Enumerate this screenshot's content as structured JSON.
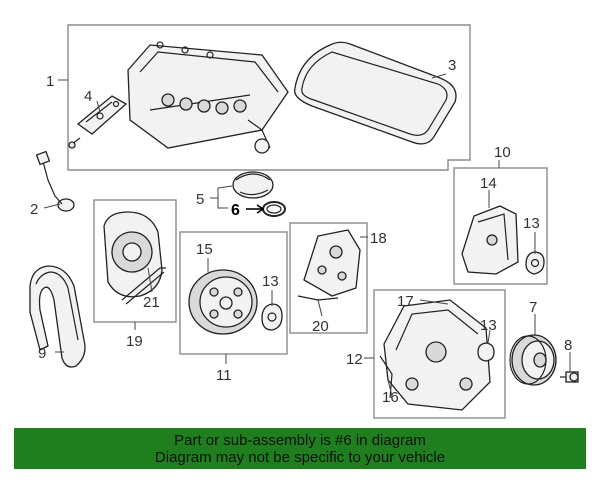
{
  "colors": {
    "banner_background": "#1f7f1f",
    "highlight": "#000000",
    "line": "#222222",
    "box_border": "#8c8c8c"
  },
  "callouts": {
    "c1": "1",
    "c2": "2",
    "c3": "3",
    "c4": "4",
    "c5": "5",
    "c6": "6",
    "c7": "7",
    "c8": "8",
    "c9": "9",
    "c10": "10",
    "c11": "11",
    "c12": "12",
    "c13a": "13",
    "c13b": "13",
    "c13c": "13",
    "c14": "14",
    "c15": "15",
    "c16": "16",
    "c17": "17",
    "c18": "18",
    "c19": "19",
    "c20": "20",
    "c21": "21"
  },
  "highlighted_part": "6",
  "banner": {
    "line1": "Part or sub-assembly is #6 in diagram",
    "line2": "Diagram may not be specific to your vehicle"
  }
}
